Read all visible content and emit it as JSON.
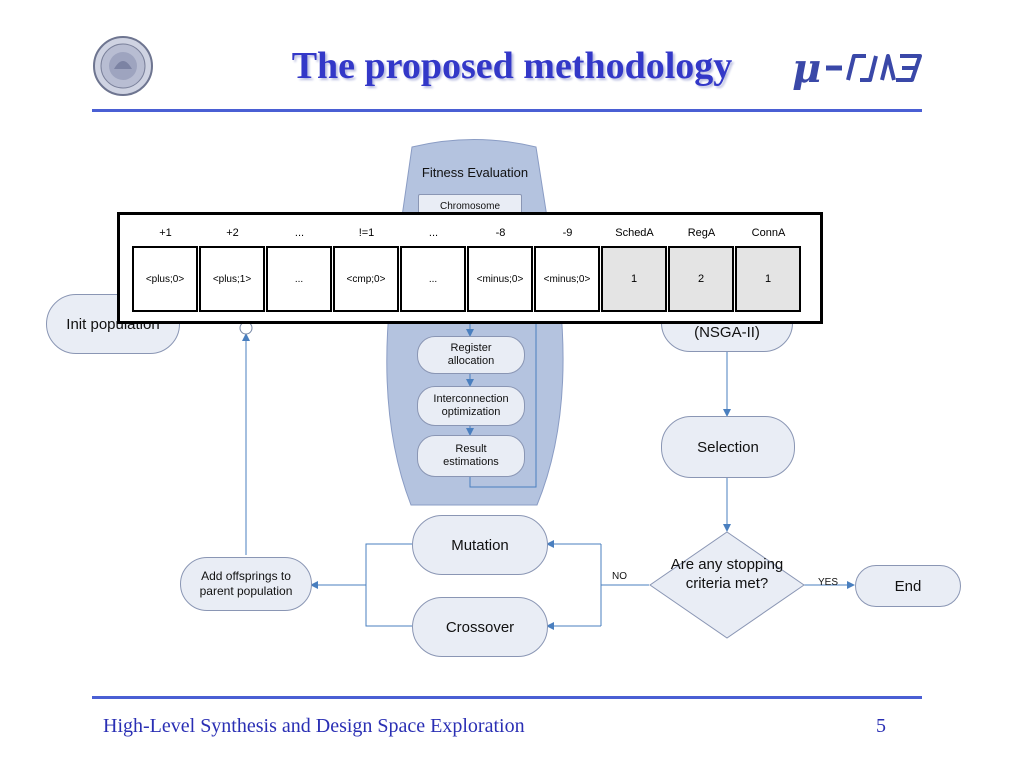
{
  "header": {
    "title": "The proposed methodology",
    "left_logo": "Politecnico di Milano seal",
    "right_logo": "μ-LAB"
  },
  "footer": {
    "text": "High-Level Synthesis and Design Space Exploration",
    "page_number": "5"
  },
  "flow": {
    "fitness_evaluation": "Fitness Evaluation",
    "chromosome": "Chromosome",
    "register_allocation": "Register allocation",
    "interconnection_optimization": "Interconnection optimization",
    "result_estimations": "Result estimations",
    "initial_population": "Init population",
    "nsga": "(NSGA-II)",
    "selection": "Selection",
    "stopping_criteria": "Are any stopping criteria met?",
    "end": "End",
    "yes": "YES",
    "no": "NO",
    "mutation": "Mutation",
    "crossover": "Crossover",
    "add_offsprings": "Add offsprings to parent population"
  },
  "chromosome_table": {
    "headers": [
      "+1",
      "+2",
      "...",
      "!=1",
      "...",
      "-8",
      "-9",
      "SchedA",
      "RegA",
      "ConnA"
    ],
    "cells": [
      "<plus;0>",
      "<plus;1>",
      "...",
      "<cmp;0>",
      "...",
      "<minus;0>",
      "<minus;0>",
      "1",
      "2",
      "1"
    ]
  },
  "colors": {
    "title": "#3338c8",
    "rule": "#4a5fd4",
    "node_fill": "#e9edf5",
    "panel_fill": "#b4c3df",
    "connector": "#4a7fbf"
  }
}
